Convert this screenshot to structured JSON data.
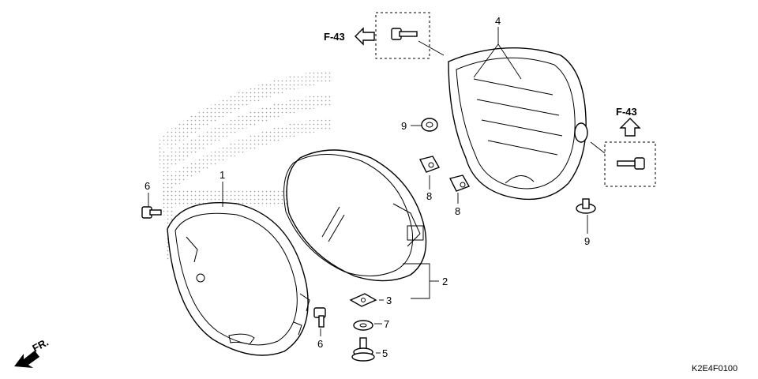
{
  "diagram": {
    "drawing_code": "K2E4F0100",
    "reference_top": "F-43",
    "reference_right": "F-43",
    "direction_label": "FR.",
    "callouts": {
      "c1": "1",
      "c2": "2",
      "c3": "3",
      "c4": "4",
      "c5": "5",
      "c6a": "6",
      "c6b": "6",
      "c7": "7",
      "c8a": "8",
      "c8b": "8",
      "c9a": "9",
      "c9b": "9"
    }
  }
}
